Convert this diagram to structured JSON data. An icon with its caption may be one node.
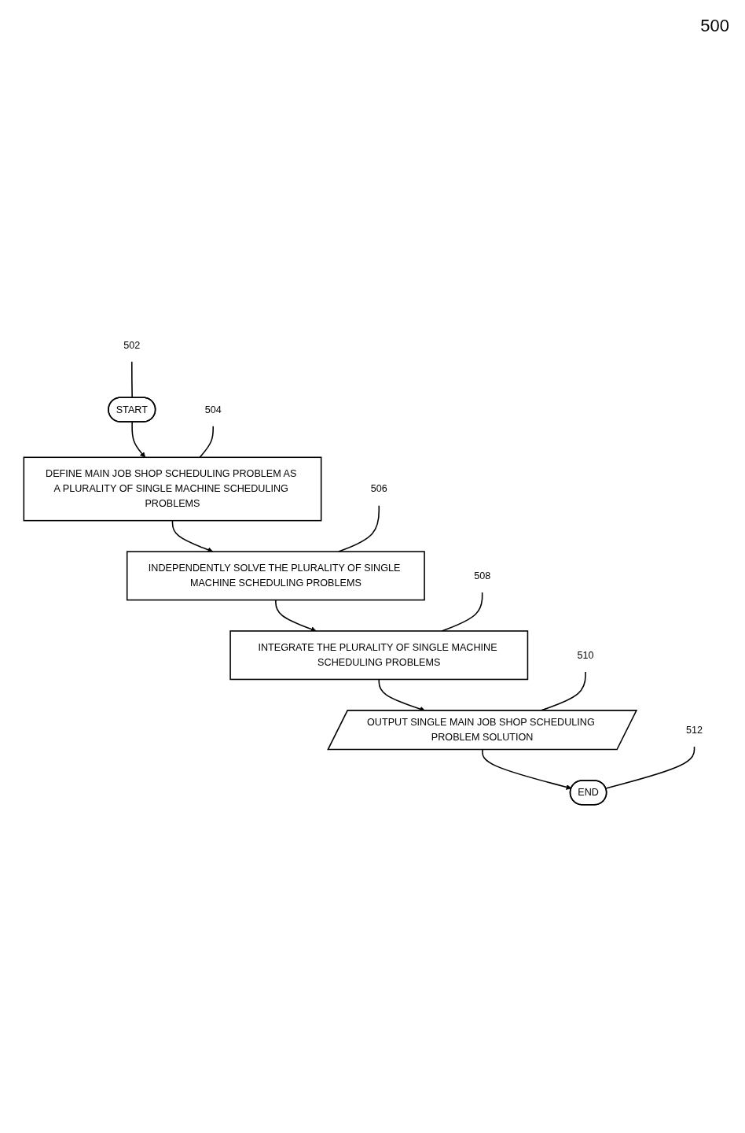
{
  "diagram": {
    "nodes": [
      {
        "text": [
          "START"
        ]
      },
      {
        "text": [
          "DEFINE MAIN JOB SHOP SCHEDULING PROBLEM AS A PLURALITY OF SINGLE MACHINE SCHEDULING PROBLEMS"
        ]
      },
      {
        "text": [
          "INDEPENDENTLY SOLVE THE PLURALITY OF SINGLE MACHINE SCHEDULING PROBLEMS"
        ]
      },
      {
        "text": [
          "INTEGRATE THE PLURALITY OF SINGLE MACHINE SCHEDULING PROBLEMS"
        ]
      },
      {
        "text": [
          "OUTPUT SINGLE MAIN JOB SHOP SCHEDULING PROBLEM SOLUTION"
        ]
      },
      {
        "text": [
          "END"
        ]
      },
      {
        "text": [
          "502"
        ]
      },
      {
        "text": [
          "504"
        ]
      },
      {
        "text": [
          "506"
        ]
      },
      {
        "text": [
          "508"
        ]
      },
      {
        "text": [
          "510"
        ]
      },
      {
        "text": [
          "512"
        ]
      }
    ],
    "edges": [
      {
        "from": 0,
        "to": 1,
        "arrow": "to"
      },
      {
        "from": 1,
        "to": 2,
        "arrow": "to"
      },
      {
        "from": 2,
        "to": 3,
        "arrow": "to"
      },
      {
        "from": 3,
        "to": 4,
        "arrow": "to"
      },
      {
        "from": 4,
        "to": 5,
        "arrow": "to"
      },
      {
        "from": 6,
        "to": 0,
        "arrow": "none"
      },
      {
        "from": 7,
        "to": 1,
        "arrow": "none"
      },
      {
        "from": 8,
        "to": 2,
        "arrow": "none"
      },
      {
        "from": 9,
        "to": 3,
        "arrow": "none"
      },
      {
        "from": 10,
        "to": 4,
        "arrow": "none"
      },
      {
        "from": 11,
        "to": 5,
        "arrow": "none"
      }
    ],
    "labels": [
      "500"
    ]
  }
}
